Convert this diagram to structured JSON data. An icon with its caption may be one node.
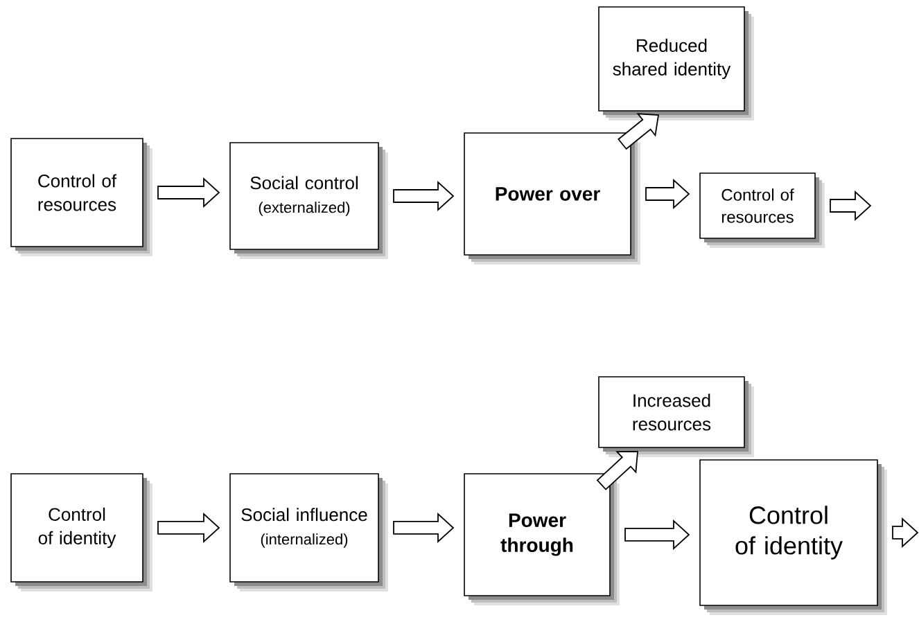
{
  "diagram": {
    "nodes": [
      {
        "text": [
          "Control of resources"
        ]
      },
      {
        "text": [
          "Social control",
          "(externalized)"
        ]
      },
      {
        "text": [
          "Power over"
        ]
      },
      {
        "text": [
          "Reduced shared identity"
        ]
      },
      {
        "text": [
          "Control of resources"
        ]
      },
      {
        "text": [
          "Control of identity"
        ]
      },
      {
        "text": [
          "Social influence",
          "(internalized)"
        ]
      },
      {
        "text": [
          "Power through"
        ]
      },
      {
        "text": [
          "Increased resources"
        ]
      },
      {
        "text": [
          "Control of identity"
        ]
      }
    ],
    "edges": [
      {
        "from": 0,
        "to": 1,
        "arrow": "to"
      },
      {
        "from": 1,
        "to": 2,
        "arrow": "to"
      },
      {
        "from": 2,
        "to": 3,
        "arrow": "to"
      },
      {
        "from": 2,
        "to": 4,
        "arrow": "to"
      },
      {
        "from": 4,
        "to": null,
        "arrow": "to"
      },
      {
        "from": 5,
        "to": 6,
        "arrow": "to"
      },
      {
        "from": 6,
        "to": 7,
        "arrow": "to"
      },
      {
        "from": 7,
        "to": 8,
        "arrow": "to"
      },
      {
        "from": 7,
        "to": 9,
        "arrow": "to"
      },
      {
        "from": 9,
        "to": null,
        "arrow": "to"
      }
    ]
  }
}
